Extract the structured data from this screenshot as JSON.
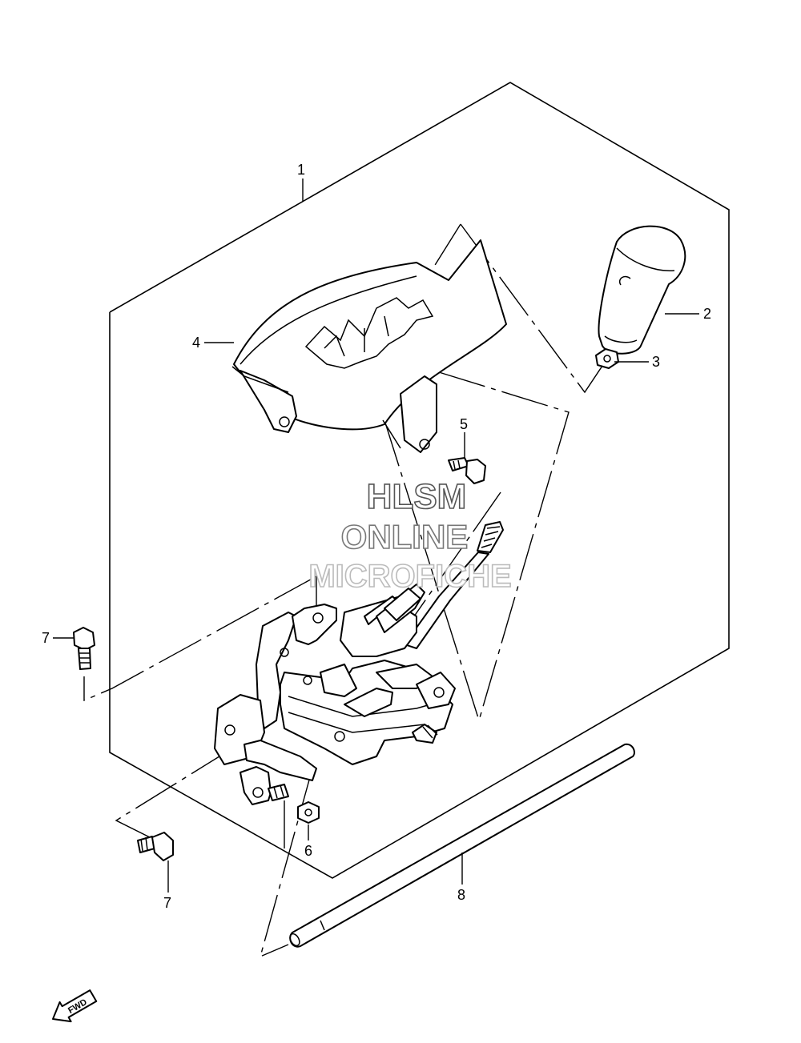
{
  "colors": {
    "line": "#000000",
    "background": "#ffffff",
    "watermark_stroke": "#555555",
    "watermark_faint": "#bbbbbb"
  },
  "callouts": {
    "c1": "1",
    "c2": "2",
    "c3": "3",
    "c4": "4",
    "c5": "5",
    "c6": "6",
    "c7a": "7",
    "c7b": "7",
    "c8": "8"
  },
  "watermark": {
    "line1": "HLSM",
    "line2": "ONLINE",
    "line3": "MICROFICHE"
  },
  "fwd_label": "FWD",
  "icons": [
    "fwd-arrow-icon"
  ]
}
